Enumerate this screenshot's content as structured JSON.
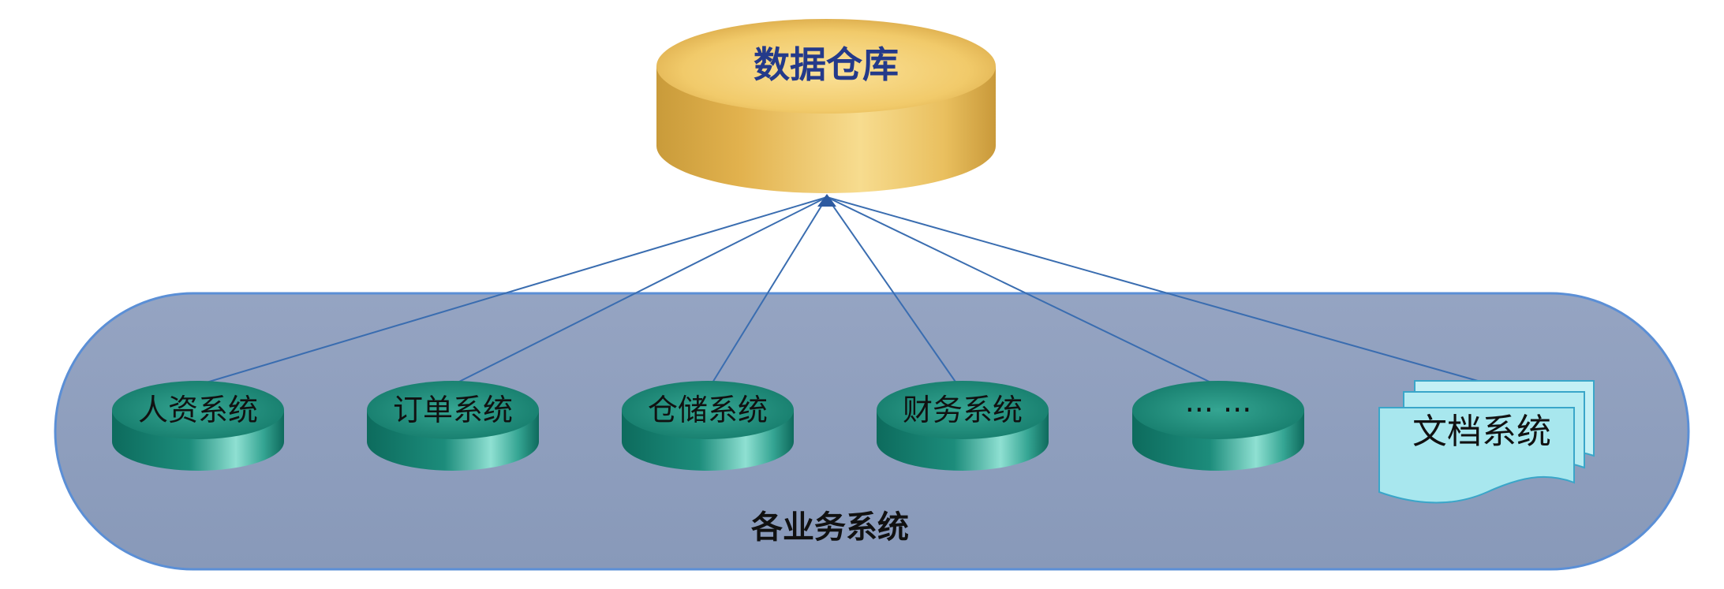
{
  "warehouse": {
    "label": "数据仓库"
  },
  "group": {
    "label": "各业务系统"
  },
  "systems": [
    {
      "label": "人资系统"
    },
    {
      "label": "订单系统"
    },
    {
      "label": "仓储系统"
    },
    {
      "label": "财务系统"
    },
    {
      "label": "···  ···"
    }
  ],
  "document": {
    "label": "文档系统"
  },
  "colors": {
    "warehouse": "#e8b84a",
    "system_disk": "#1f8f7c",
    "group_band": "#8fa0c0",
    "document": "#a7e6ee",
    "connector": "#3a6db0"
  }
}
